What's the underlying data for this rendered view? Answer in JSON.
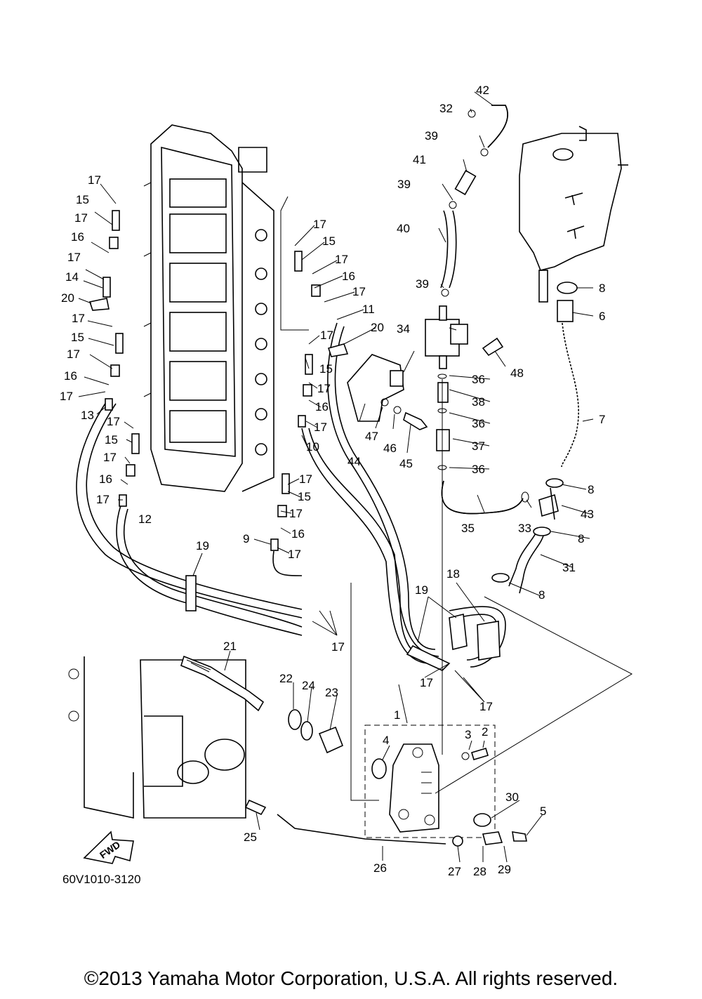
{
  "diagram": {
    "code": "60V1010-3120",
    "fwd_label": "FWD",
    "callouts": [
      "1",
      "2",
      "3",
      "4",
      "5",
      "6",
      "7",
      "8",
      "9",
      "10",
      "11",
      "12",
      "13",
      "14",
      "15",
      "16",
      "17",
      "18",
      "19",
      "20",
      "21",
      "22",
      "23",
      "24",
      "25",
      "26",
      "27",
      "28",
      "29",
      "30",
      "31",
      "32",
      "33",
      "34",
      "35",
      "36",
      "37",
      "38",
      "39",
      "40",
      "41",
      "42",
      "43",
      "44",
      "45",
      "46",
      "47",
      "48"
    ]
  },
  "footer": {
    "copyright": "©2013 Yamaha Motor Corporation, U.S.A. All rights reserved."
  }
}
